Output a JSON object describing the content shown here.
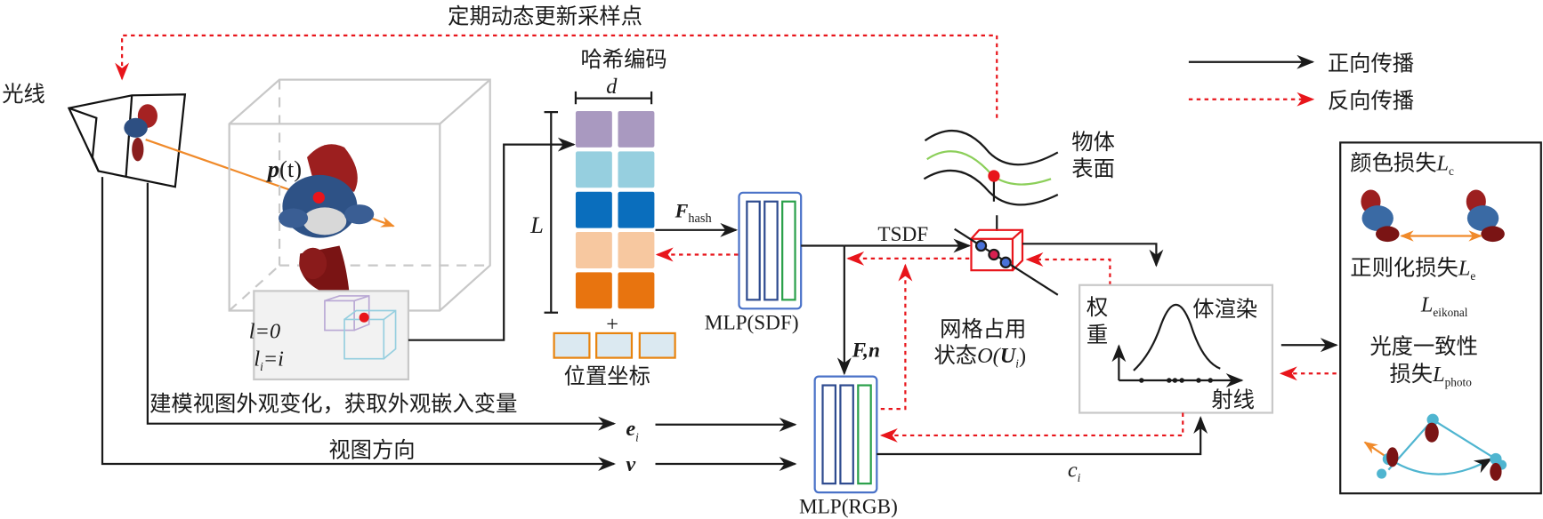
{
  "title_top": "定期动态更新采样点",
  "labels": {
    "rays": "光线",
    "point": "p",
    "point_arg": "(t)",
    "level0": "l=0",
    "level_i_l": "l",
    "level_i_sub": "i",
    "level_i_eq": "=i",
    "hash_title": "哈希编码",
    "dim_d": "d",
    "dim_L": "L",
    "plus": "+",
    "pos_coord": "位置坐标",
    "f_hash": "F",
    "f_hash_sub": "hash",
    "mlp_sdf": "MLP(SDF)",
    "mlp_rgb": "MLP(RGB)",
    "tsdf": "TSDF",
    "surface_line1": "物体",
    "surface_line2": "表面",
    "occupancy_line1": "网格占用",
    "occupancy_line2": "状态",
    "occupancy_math": "O(",
    "occupancy_U": "U",
    "occupancy_sub": "i",
    "occupancy_close": ")",
    "fn": "F,n",
    "appearance": "建模视图外观变化，获取外观嵌入变量",
    "ei": "e",
    "ei_sub": "i",
    "view_dir": "视图方向",
    "v": "v",
    "ci": "c",
    "ci_sub": "i",
    "weight_1": "权",
    "weight_2": "重",
    "volume_render": "体渲染",
    "ray_axis": "射线"
  },
  "legend": {
    "forward": "正向传播",
    "backward": "反向传播"
  },
  "loss_panel": {
    "color_loss": "颜色损失",
    "color_L": "L",
    "color_sub": "c",
    "reg_loss": "正则化损失",
    "reg_L": "L",
    "reg_sub": "e",
    "eik_L": "L",
    "eik_sub": "eikonal",
    "photo_line1": "光度一致性",
    "photo_line2": "损失",
    "photo_L": "L",
    "photo_sub": "photo"
  },
  "colors": {
    "forward": "#1a1a1a",
    "backward": "#e8151b",
    "ray_orange": "#f08a2a",
    "hash_rows": [
      "#a999c0",
      "#96cfdf",
      "#0a6ebd",
      "#f7c8a0",
      "#e8740f"
    ],
    "mlp_outer": "#4a72c8",
    "mlp_inner": "#2e4b8f",
    "mlp_green": "#2aa04a",
    "occ_cube": "#e8151b",
    "surface_green": "#8ccf5a"
  }
}
